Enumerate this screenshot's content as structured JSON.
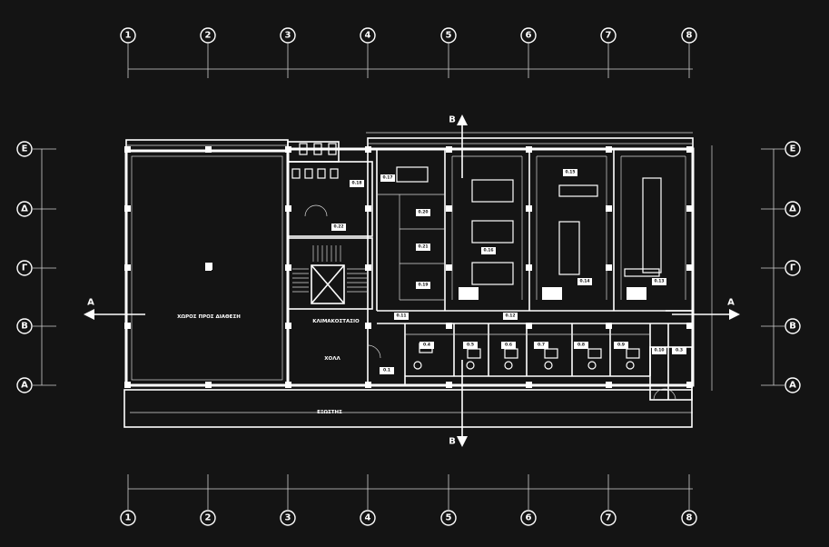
{
  "axes": {
    "columns": [
      "1",
      "2",
      "3",
      "4",
      "5",
      "6",
      "7",
      "8"
    ],
    "rows": [
      "Ε",
      "Δ",
      "Γ",
      "Β",
      "Α"
    ]
  },
  "section_marks": {
    "horizontal": "Α",
    "vertical": "Β"
  },
  "rooms": {
    "open_area": "ΧΩΡΟΣ ΠΡΟΣ ΔΙΑΘΕΣΗ",
    "stairwell": "ΚΛΙΜΑΚΟΣΤΑΣΙΟ",
    "hall": "ΧΟΛΛ",
    "exterior": "ΕΞΩΣΤΗΣ"
  },
  "room_tags": [
    "0.17",
    "0.20",
    "0.21",
    "0.22",
    "0.19",
    "0.18",
    "0.16",
    "0.15",
    "0.14",
    "0.13",
    "0.11",
    "0.12",
    "0.1",
    "0.4",
    "0.5",
    "0.6",
    "0.7",
    "0.8",
    "0.9",
    "0.10",
    "0.3"
  ],
  "colors": {
    "background": "#141414",
    "line": "#ffffff"
  }
}
